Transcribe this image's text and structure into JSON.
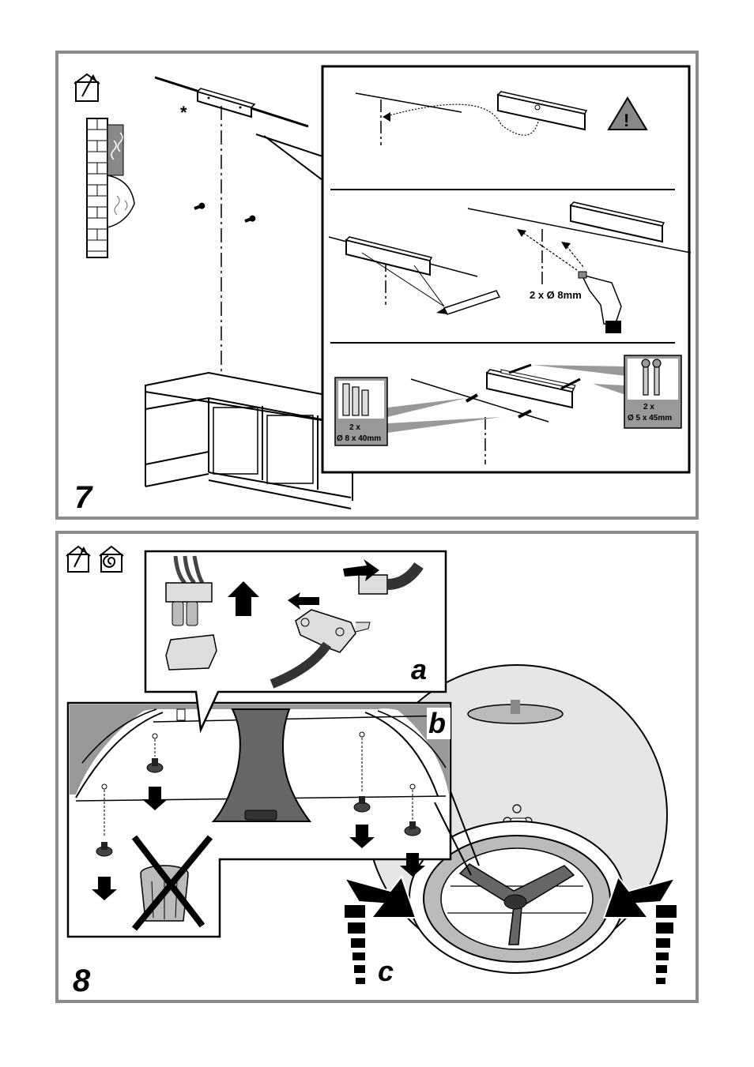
{
  "step7": {
    "number": "7",
    "asterisk": "*",
    "drill_label": "2 x Ø 8mm",
    "plugs_qty": "2 x",
    "plugs_size": "Ø 8 x 40mm",
    "screws_qty": "2 x",
    "screws_size": "Ø 5 x 45mm"
  },
  "step8": {
    "number": "8",
    "label_a": "a",
    "label_b": "b",
    "label_c": "c"
  },
  "icons": {
    "ducted": "house-arrow-icon",
    "recirculation": "house-spiral-icon",
    "warning": "warning-triangle-icon",
    "bin": "trash-bin-crossed-icon"
  }
}
